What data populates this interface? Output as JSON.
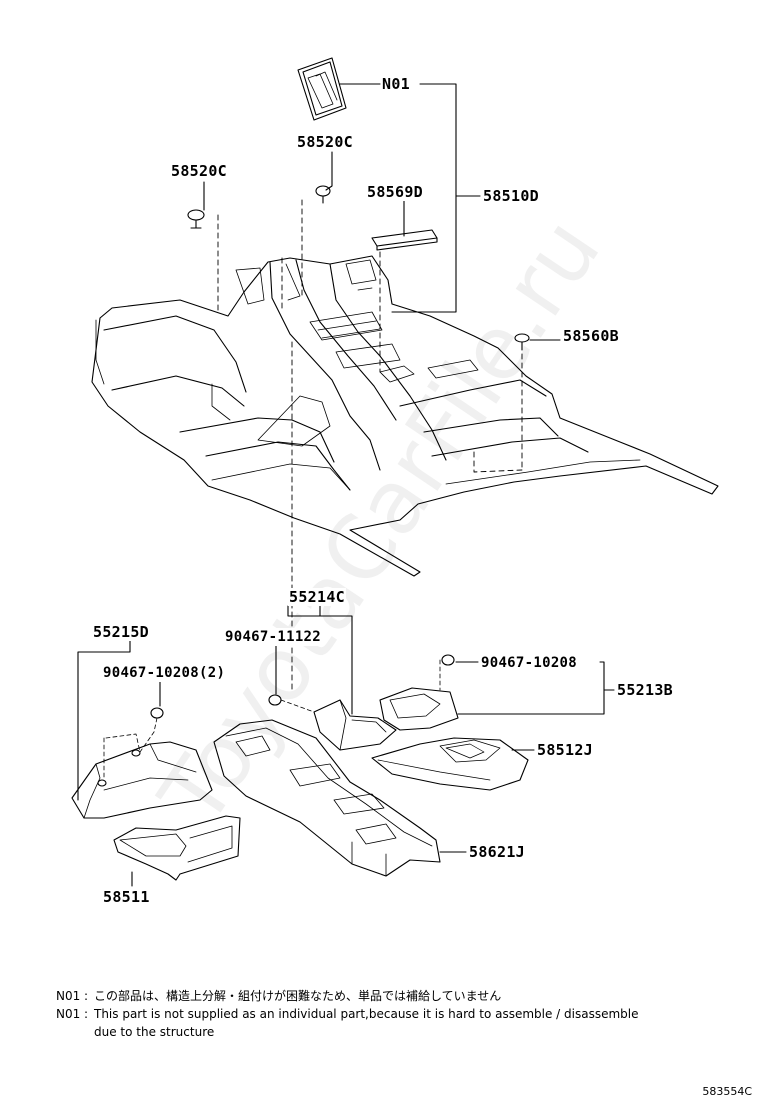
{
  "parts": {
    "n01": "N01",
    "clip_upper_left": "58520C",
    "clip_upper_center": "58520C",
    "pad": "58569D",
    "carpet_assy": "58510D",
    "clip_right": "58560B",
    "silencer_center": "55214C",
    "clip_center": "90467-11122",
    "silencer_left": "55215D",
    "clip_left_lower": "90467-10208(2)",
    "clip_right_lower": "90467-10208",
    "silencer_right": "55213B",
    "mat_right": "58512J",
    "insulator_center": "58621J",
    "mat_left": "58511"
  },
  "footnotes": {
    "jp_key": "N01 :",
    "jp_text": "この部品は、構造上分解・組付けが困難なため、単品では補給していません",
    "en_key": "N01 :",
    "en_text_1": "This part is not supplied as an individual part,because it is hard to assemble / disassemble",
    "en_text_2": "due to the structure"
  },
  "reference_code": "583554C",
  "watermark": "ToyotaCarFile.ru",
  "colors": {
    "ink": "#000000",
    "paper": "#ffffff"
  }
}
